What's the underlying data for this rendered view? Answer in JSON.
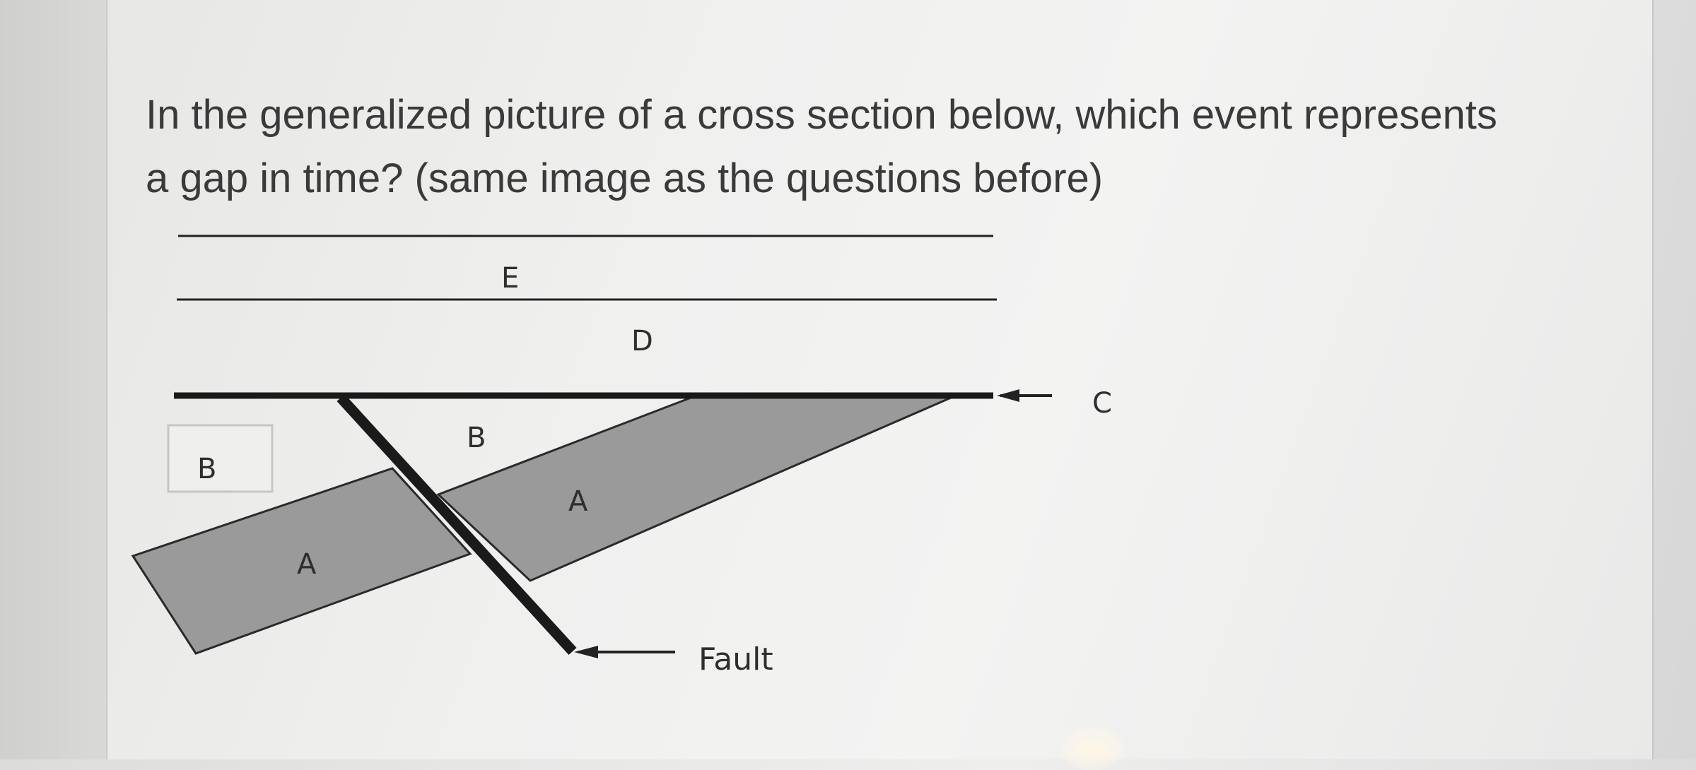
{
  "question": {
    "line1": "In the generalized picture of a cross section below, which event represents",
    "line2": "a gap in time? (same image as the questions before)"
  },
  "diagram": {
    "labels": {
      "E": "E",
      "D": "D",
      "C": "C",
      "B_left": "B",
      "B_right": "B",
      "A_left": "A",
      "A_right": "A",
      "fault": "Fault"
    },
    "colors": {
      "layer_fill": "#9a9a9a",
      "line": "#1a1a1a"
    }
  }
}
